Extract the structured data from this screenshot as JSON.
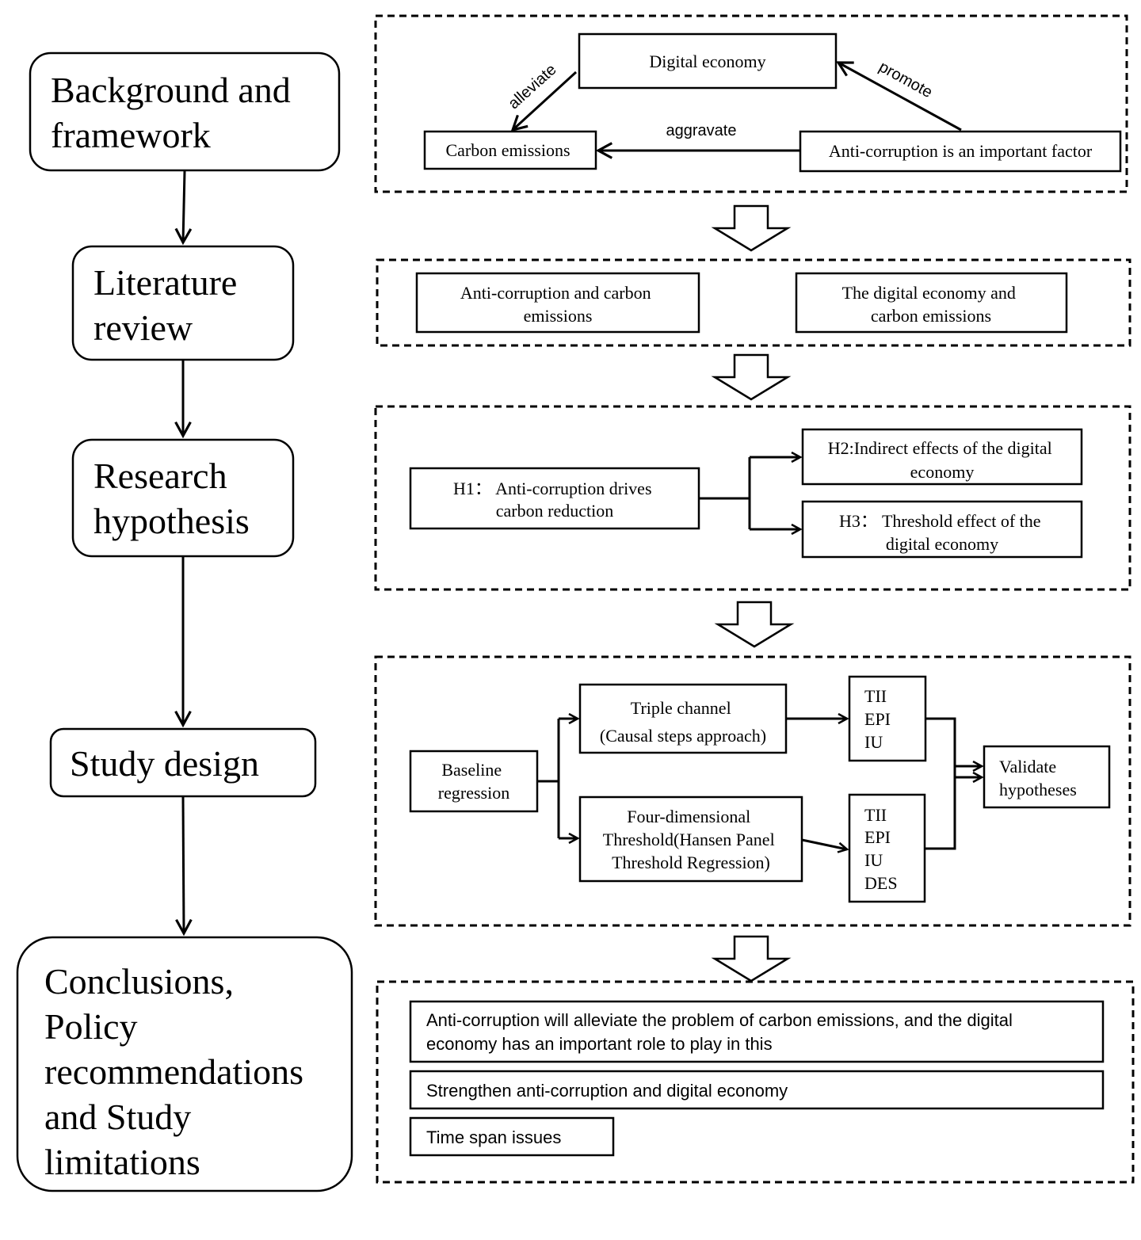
{
  "stages": {
    "background": [
      "Background and",
      "framework"
    ],
    "literature": [
      "Literature",
      "review"
    ],
    "hypothesis": [
      "Research",
      "hypothesis"
    ],
    "design": [
      "Study design"
    ],
    "conclusions": [
      "Conclusions,",
      "Policy",
      "recommendations",
      "and Study",
      "limitations"
    ]
  },
  "framework": {
    "digital_economy": "Digital economy",
    "carbon_emissions": "Carbon emissions",
    "anti_corruption_factor": "Anti-corruption is an important factor",
    "alleviate": "alleviate",
    "promote": "promote",
    "aggravate": "aggravate"
  },
  "literature": {
    "left": [
      "Anti-corruption and carbon",
      "emissions"
    ],
    "right": [
      "The digital economy and",
      "carbon emissions"
    ]
  },
  "hypotheses": {
    "h1": [
      "H1： Anti-corruption drives",
      "carbon reduction"
    ],
    "h2": [
      "H2:Indirect effects of the digital",
      "economy"
    ],
    "h3": [
      "H3： Threshold effect of the",
      "digital economy"
    ]
  },
  "design": {
    "baseline": [
      "Baseline",
      "regression"
    ],
    "triple": [
      "Triple channel",
      "(Causal steps approach)"
    ],
    "four": [
      "Four-dimensional",
      "Threshold(Hansen Panel",
      "Threshold Regression)"
    ],
    "vars1": [
      "TII",
      "EPI",
      "IU"
    ],
    "vars2": [
      "TII",
      "EPI",
      "IU",
      "DES"
    ],
    "validate": [
      "Validate",
      "hypotheses"
    ]
  },
  "conclusions": {
    "c1": [
      "Anti-corruption will alleviate the problem of carbon emissions, and the digital",
      "economy has an important role to play in this"
    ],
    "c2": [
      "Strengthen anti-corruption and digital economy"
    ],
    "c3": [
      "Time span issues"
    ]
  }
}
